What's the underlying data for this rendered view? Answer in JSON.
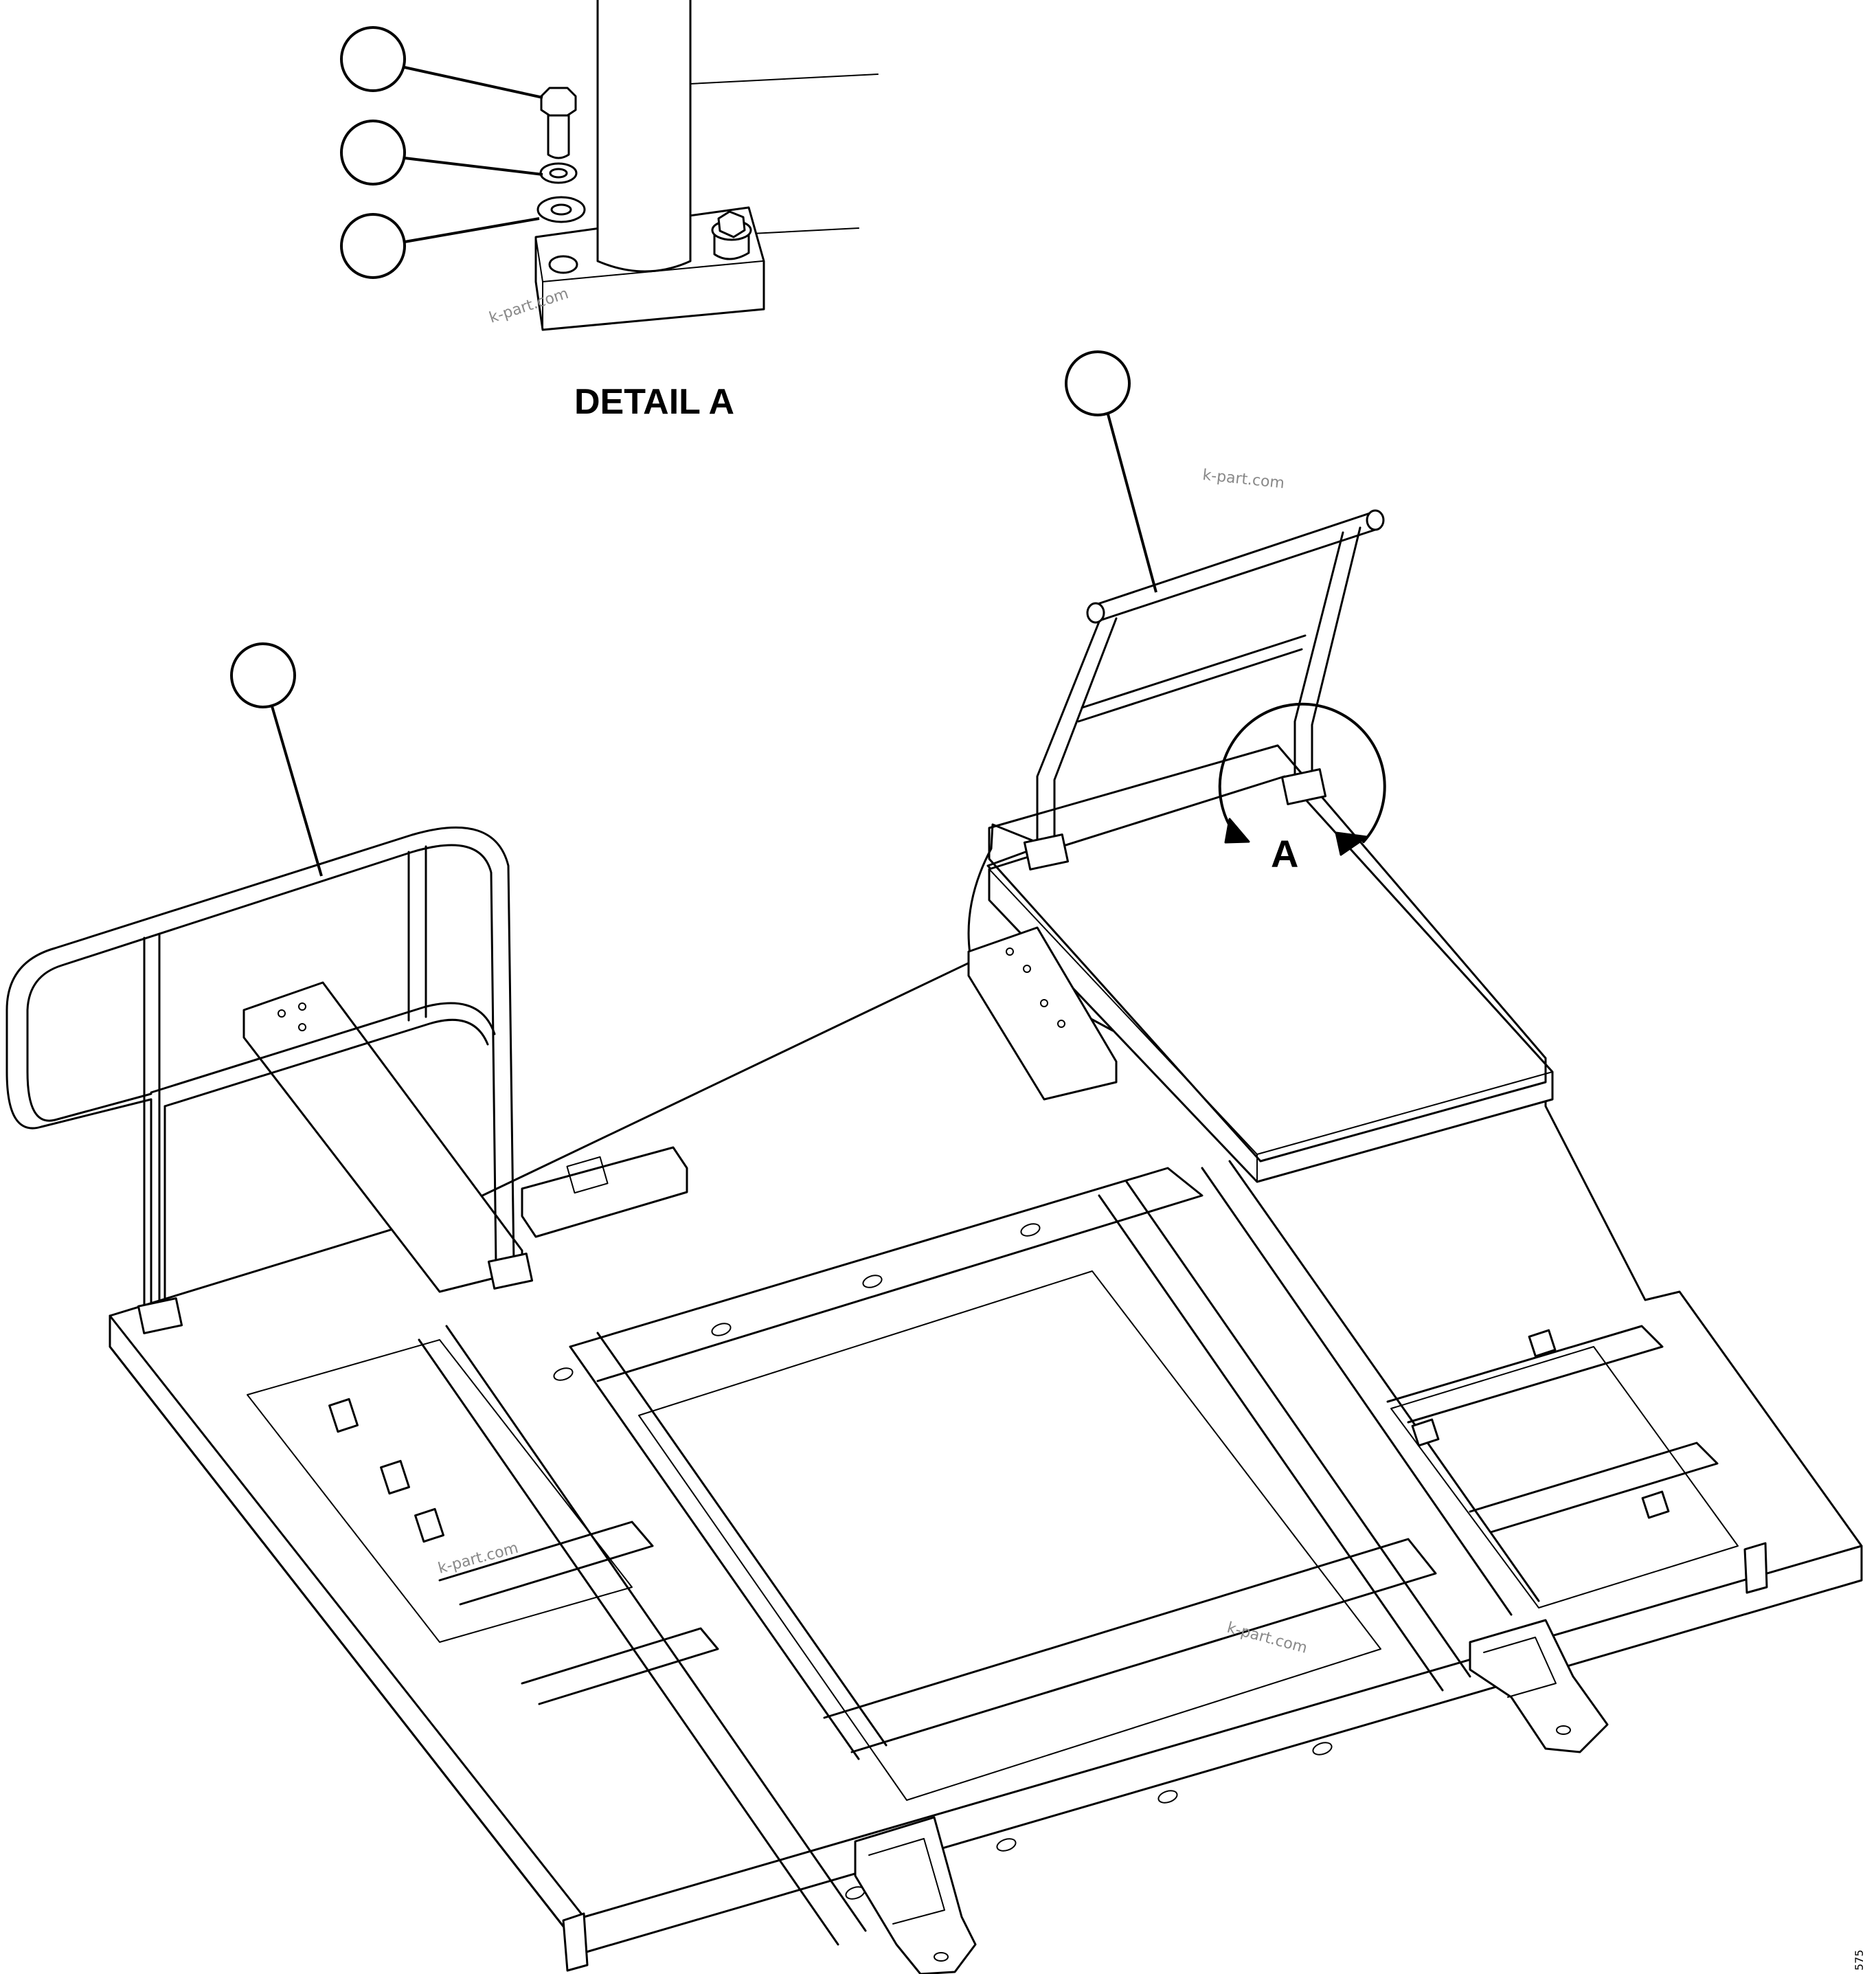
{
  "detail": {
    "title": "DETAIL A",
    "view_marker": "A"
  },
  "watermarks": [
    "k-part.com",
    "k-part.com",
    "k-part.com",
    "k-part.com"
  ],
  "drawing_code": "575",
  "callouts": {
    "count": 5,
    "labels": [
      "",
      "",
      "",
      "",
      ""
    ]
  },
  "colors": {
    "line": "#000000",
    "background": "#ffffff",
    "watermark": "#888888"
  }
}
